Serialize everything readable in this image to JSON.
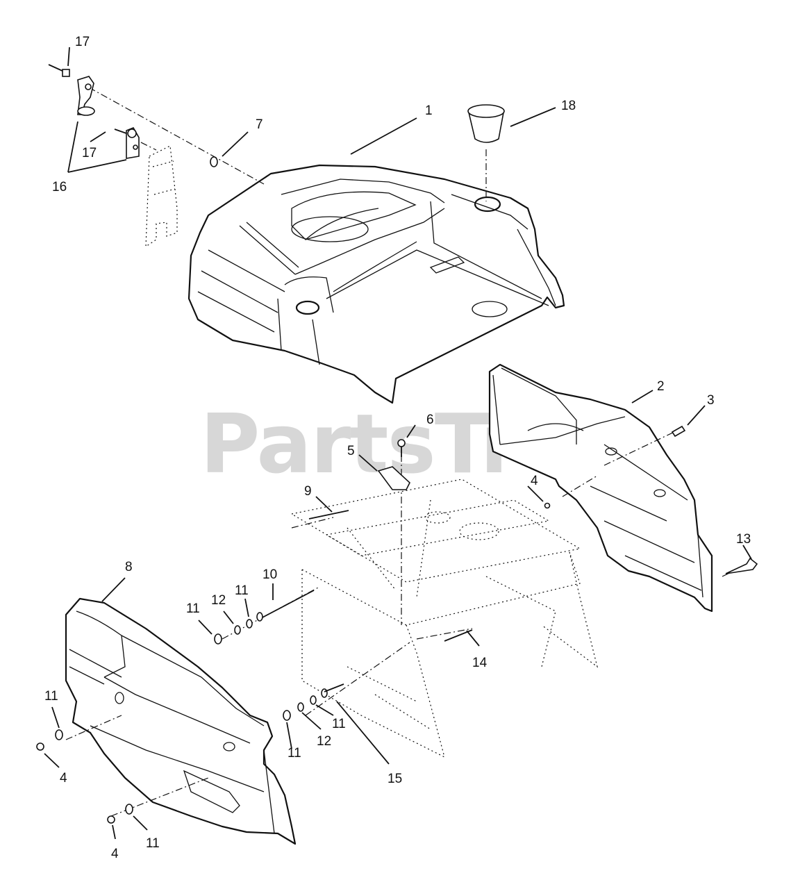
{
  "watermark": {
    "text": "PartsTree",
    "trademark": "™"
  },
  "callouts": [
    {
      "id": "c17a",
      "label": "17"
    },
    {
      "id": "c17b",
      "label": "17"
    },
    {
      "id": "c16",
      "label": "16"
    },
    {
      "id": "c7",
      "label": "7"
    },
    {
      "id": "c1",
      "label": "1"
    },
    {
      "id": "c18",
      "label": "18"
    },
    {
      "id": "c2",
      "label": "2"
    },
    {
      "id": "c3",
      "label": "3"
    },
    {
      "id": "c6",
      "label": "6"
    },
    {
      "id": "c5",
      "label": "5"
    },
    {
      "id": "c4a",
      "label": "4"
    },
    {
      "id": "c9",
      "label": "9"
    },
    {
      "id": "c13",
      "label": "13"
    },
    {
      "id": "c8",
      "label": "8"
    },
    {
      "id": "c10",
      "label": "10"
    },
    {
      "id": "c11a",
      "label": "11"
    },
    {
      "id": "c12a",
      "label": "12"
    },
    {
      "id": "c11b",
      "label": "11"
    },
    {
      "id": "c14",
      "label": "14"
    },
    {
      "id": "c11c",
      "label": "11"
    },
    {
      "id": "c11d",
      "label": "11"
    },
    {
      "id": "c12b",
      "label": "12"
    },
    {
      "id": "c11e",
      "label": "11"
    },
    {
      "id": "c15",
      "label": "15"
    },
    {
      "id": "c4b",
      "label": "4"
    },
    {
      "id": "c4c",
      "label": "4"
    },
    {
      "id": "c11f",
      "label": "11"
    }
  ]
}
